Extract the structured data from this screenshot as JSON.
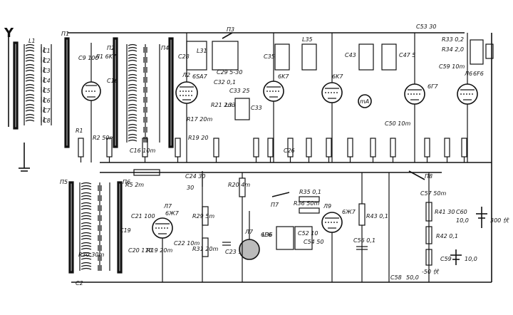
{
  "labels": {
    "antenna": "Y",
    "sw1": "П1",
    "sw2": "П2",
    "sw3": "П3",
    "sw4": "П4",
    "sw5": "П5",
    "sw6": "П6",
    "sw7": "П7",
    "sw8": "П8",
    "tube1": "Л1 6K7",
    "tube2": "Л2",
    "tube2b": "6SA7",
    "tube3": "6K7",
    "tube4": "6K7",
    "tube5": "6Г7",
    "tube6": "Л6",
    "tube6b": "6F6",
    "tube7": "Л7",
    "tube7b": "6Ж7",
    "tube8": "6Ж7",
    "tube9": "Л9",
    "eye": "6E6",
    "r5": "R5 2m",
    "r20": "R20 4m",
    "r35": "R35 0,1",
    "r36": "R36 50m",
    "c26": "C26",
    "c26v": "30",
    "c24": "C24 30",
    "c53": "C53 30",
    "r33": "R33 0,2",
    "r34": "R34 2,0",
    "c59": "C59 10m",
    "bat1_name": "C60",
    "bat1_val": "10,0",
    "bat1_v": "300 伏",
    "bat2_name": "C59",
    "bat2_val": "10,0",
    "c58": "C58",
    "c58v": "50,0",
    "neg50": "-50 伏",
    "r43": "R43 0,1",
    "r41": "R41 30",
    "c56": "C56 0,1",
    "c57": "C57 50m",
    "c50": "C50 10m",
    "r29": "R29 5m",
    "r31": "R31 20m",
    "c23": "C23 10m",
    "r19": "R19 20m",
    "r30": "R30 30m"
  },
  "colors": {
    "ink": "#111111",
    "paper": "#ffffff"
  }
}
